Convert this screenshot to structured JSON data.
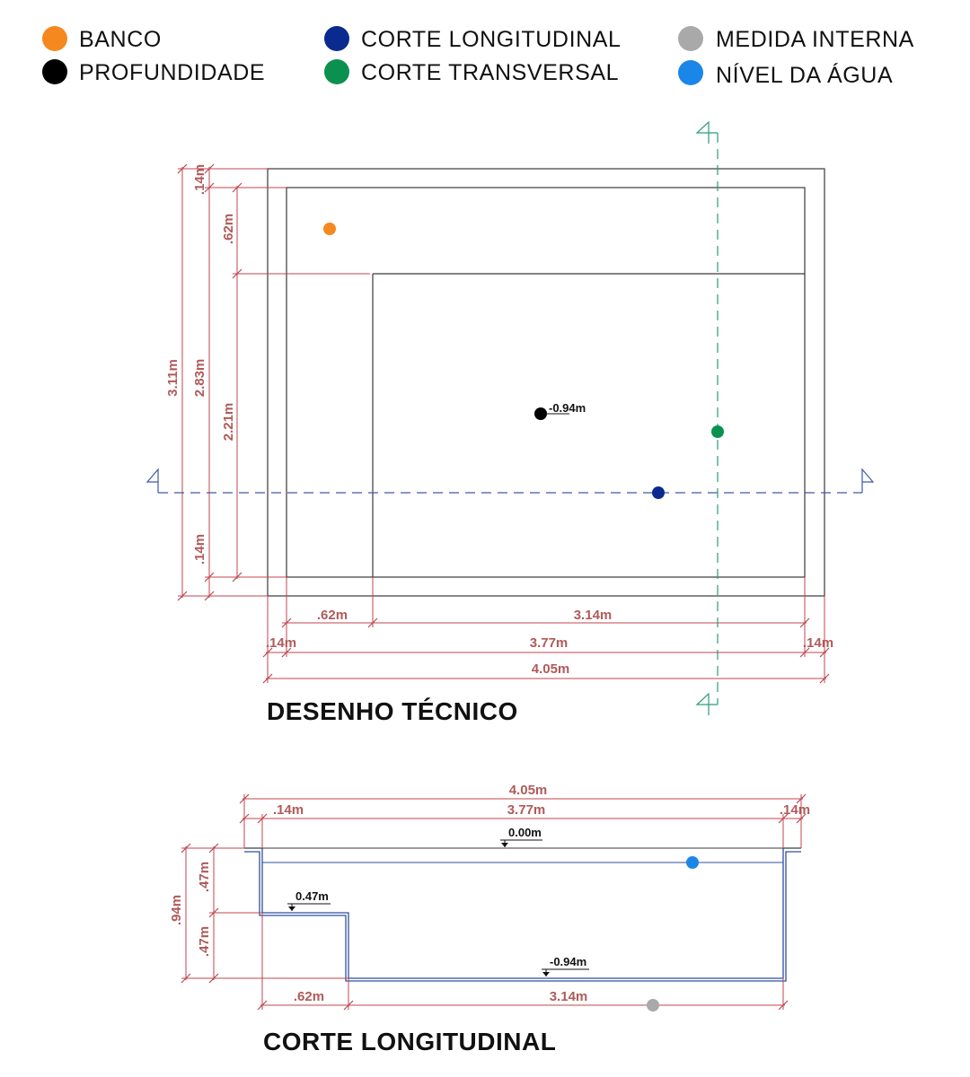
{
  "legend": [
    {
      "label": "BANCO",
      "color": "#f5881f"
    },
    {
      "label": "PROFUNDIDADE",
      "color": "#000000"
    },
    {
      "label": "CORTE LONGITUDINAL",
      "color": "#0a2a8f"
    },
    {
      "label": "CORTE TRANSVERSAL",
      "color": "#0a9150"
    },
    {
      "label": "MEDIDA INTERNA",
      "color": "#a9a9a9"
    },
    {
      "label": "NÍVEL DA ÁGUA",
      "color": "#1a87e8"
    }
  ],
  "plan": {
    "title": "DESENHO TÉCNICO",
    "depth_label": "-0.94m",
    "dims": {
      "top_rim": ".14m",
      "bench_depth": ".62m",
      "overall_depth": "3.11m",
      "inner_depth": "2.83m",
      "deep_area_depth": "2.21m",
      "bottom_rim": ".14m",
      "bench_width": ".62m",
      "deep_area_width": "3.14m",
      "left_rim": ".14m",
      "inner_width": "3.77m",
      "right_rim": ".14m",
      "overall_width": "4.05m"
    }
  },
  "section": {
    "title": "CORTE LONGITUDINAL",
    "levels": {
      "top": "0.00m",
      "bench": "0.47m",
      "bottom": "-0.94m"
    },
    "dims": {
      "overall_width": "4.05m",
      "left_rim": ".14m",
      "inner_width": "3.77m",
      "right_rim": ".14m",
      "total_depth": ".94m",
      "upper_depth": ".47m",
      "lower_depth": ".47m",
      "bench_width": ".62m",
      "deep_width": "3.14m"
    }
  }
}
